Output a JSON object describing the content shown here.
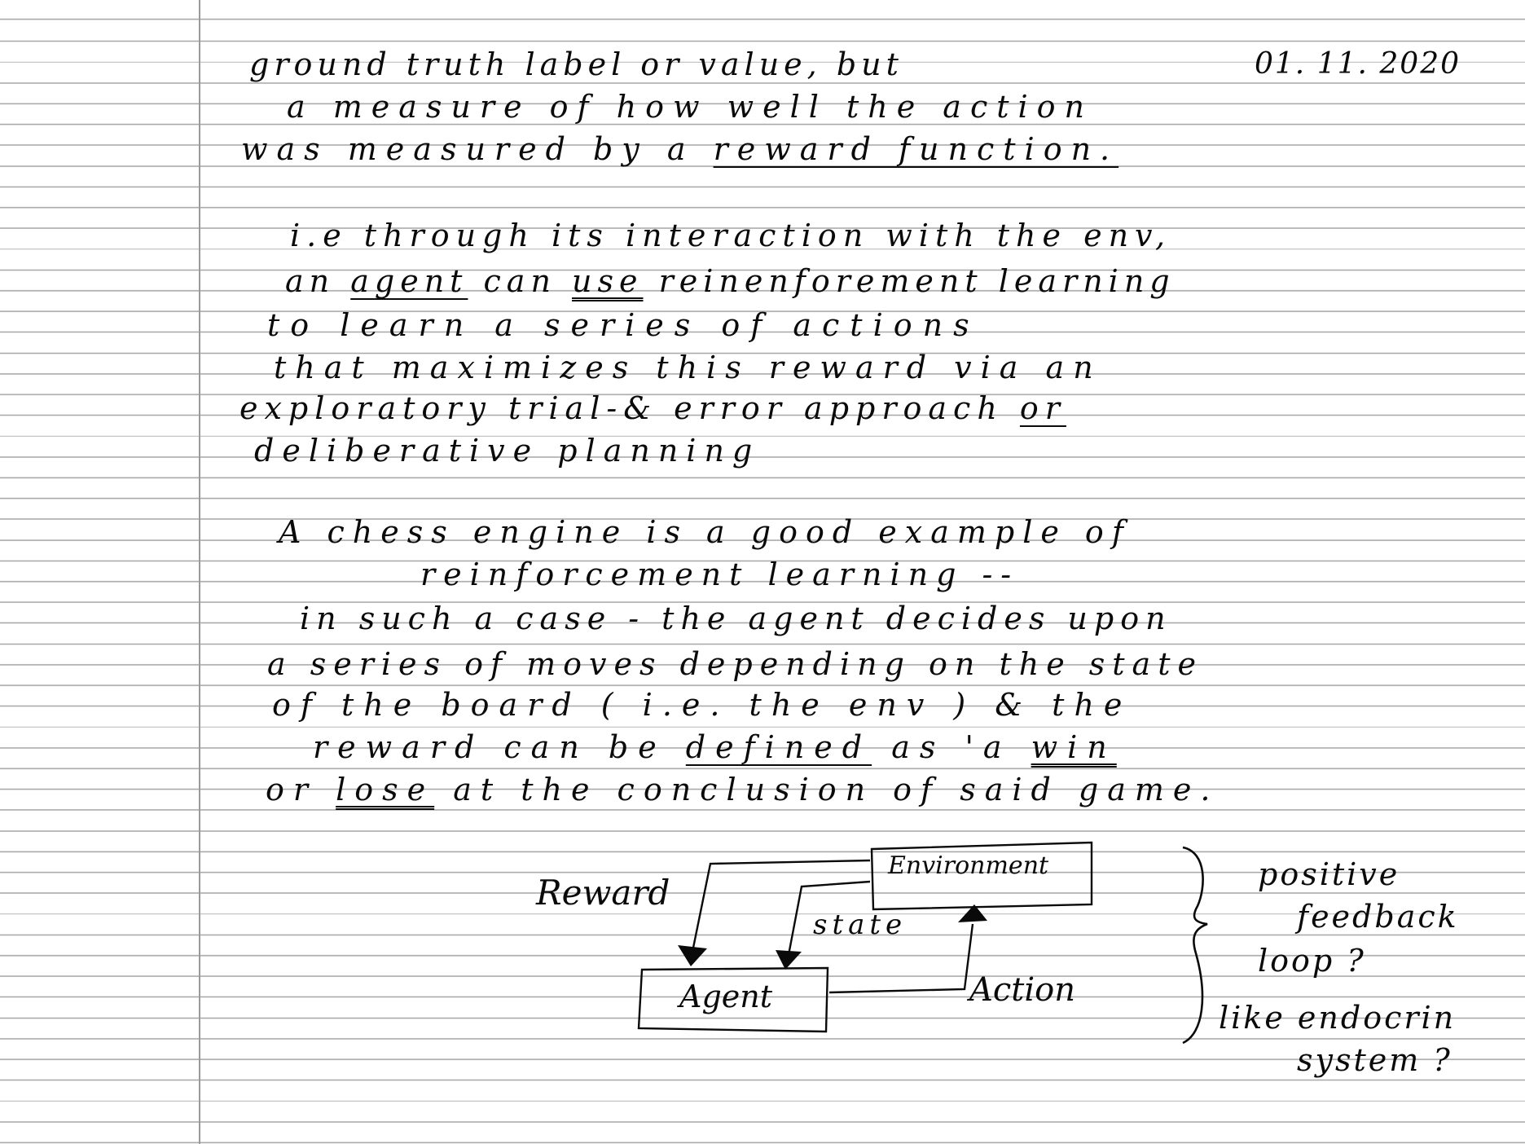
{
  "page": {
    "date": "01. 11. 2020",
    "paragraphs": [
      {
        "lines": [
          [
            "ground truth label or value, but"
          ],
          [
            "a measure of how well the action"
          ],
          [
            "was measured by a ",
            {
              "text": "reward function.",
              "style": "underline"
            }
          ]
        ]
      },
      {
        "lines": [
          [
            "i.e through its interaction with the env,"
          ],
          [
            "an ",
            {
              "text": "agent",
              "style": "underline"
            },
            " can ",
            {
              "text": "use",
              "style": "double-underline"
            },
            " reinenforement learning"
          ],
          [
            "to learn a series of actions"
          ],
          [
            "that maximizes this reward via an"
          ],
          [
            "exploratory trial-& error approach ",
            {
              "text": "or",
              "style": "underline"
            }
          ],
          [
            "deliberative planning"
          ]
        ]
      },
      {
        "lines": [
          [
            "A chess engine is a good example of"
          ],
          [
            "reinforcement learning --"
          ],
          [
            "in such a case - the agent decides upon"
          ],
          [
            "a series of moves depending on the state"
          ],
          [
            "of the board ( i.e. the env ) & the"
          ],
          [
            "reward can be ",
            {
              "text": "defined",
              "style": "underline"
            },
            " as 'a ",
            {
              "text": "win",
              "style": "double-underline"
            }
          ],
          [
            "or ",
            {
              "text": "lose",
              "style": "double-underline"
            },
            " at the conclusion of said game."
          ]
        ]
      }
    ]
  },
  "diagram": {
    "environment_label": "Environment",
    "agent_label": "Agent",
    "reward_label": "Reward",
    "state_label": "state",
    "action_label": "Action"
  },
  "side_note": {
    "line1": "positive",
    "line2": "feedback",
    "line3": "loop ?",
    "line4": "like endocrin",
    "line5": "system ?"
  },
  "colors": {
    "ink": "#0a0a0a",
    "rule": "#a9a9a9",
    "paper": "#ffffff"
  }
}
